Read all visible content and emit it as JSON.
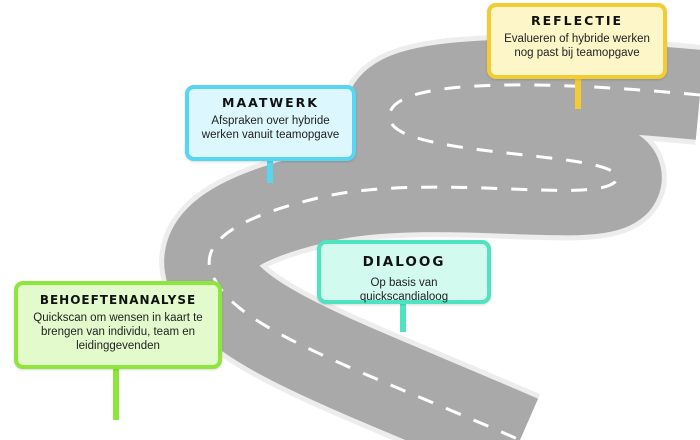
{
  "colors": {
    "road_edge": "#ededed",
    "road_surface": "#a9a9a9",
    "lane_marking": "#ffffff"
  },
  "signs": [
    {
      "id": "reflectie",
      "title": "REFLECTIE",
      "description": "Evalueren of hybride werken nog past bij teamopgave",
      "border_color": "#f2cc32",
      "fill_color": "#fcf6c9"
    },
    {
      "id": "maatwerk",
      "title": "MAATWERK",
      "description": "Afspraken over hybride werken vanuit teamopgave",
      "border_color": "#56d6f0",
      "fill_color": "#dcf7fd"
    },
    {
      "id": "dialoog",
      "title": "DIALOOG",
      "description": "Op basis van quickscandialoog",
      "border_color": "#4fe3c1",
      "fill_color": "#d3faef"
    },
    {
      "id": "behoeftenanalyse",
      "title": "BEHOEFTENANALYSE",
      "description": "Quickscan om wensen in kaart te brengen van individu, team en leidinggevenden",
      "border_color": "#8ee63c",
      "fill_color": "#e3fbcc"
    }
  ]
}
